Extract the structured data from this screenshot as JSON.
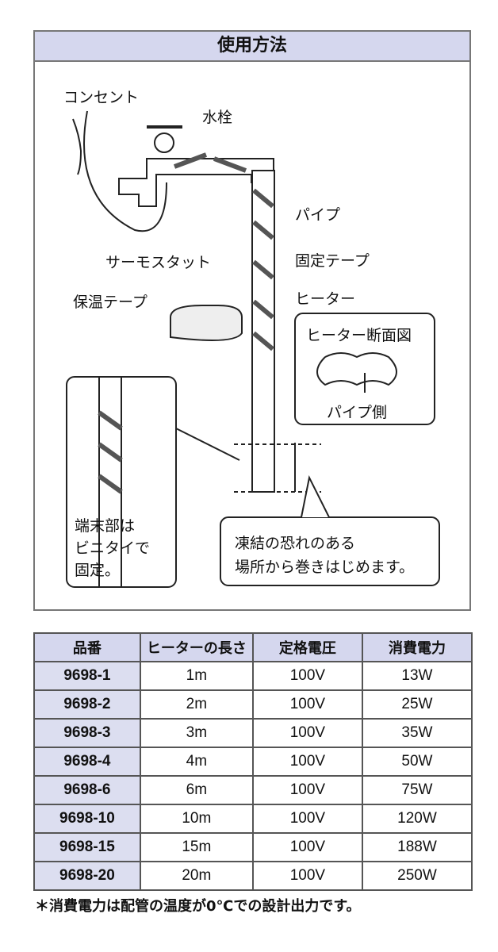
{
  "title": "使用方法",
  "labels": {
    "outlet": "コンセント",
    "faucet": "水栓",
    "pipe": "パイプ",
    "thermostat": "サーモスタット",
    "fix_tape": "固定テープ",
    "insulation_tape": "保温テープ",
    "heater": "ヒーター",
    "section_title": "ヒーター断面図",
    "pipe_side": "パイプ側",
    "end_note": [
      "端末部は",
      "ビニタイで",
      "固定。"
    ],
    "freeze_note": [
      "凍結の恐れのある",
      "場所から巻きはじめます。"
    ]
  },
  "table": {
    "headers": [
      "品番",
      "ヒーターの長さ",
      "定格電圧",
      "消費電力"
    ],
    "rows": [
      [
        "9698-1",
        "1m",
        "100V",
        "13W"
      ],
      [
        "9698-2",
        "2m",
        "100V",
        "25W"
      ],
      [
        "9698-3",
        "3m",
        "100V",
        "35W"
      ],
      [
        "9698-4",
        "4m",
        "100V",
        "50W"
      ],
      [
        "9698-6",
        "6m",
        "100V",
        "75W"
      ],
      [
        "9698-10",
        "10m",
        "100V",
        "120W"
      ],
      [
        "9698-15",
        "15m",
        "100V",
        "188W"
      ],
      [
        "9698-20",
        "20m",
        "100V",
        "250W"
      ]
    ]
  },
  "footnote": "＊消費電力は配管の温度が0℃での設計出力です。"
}
